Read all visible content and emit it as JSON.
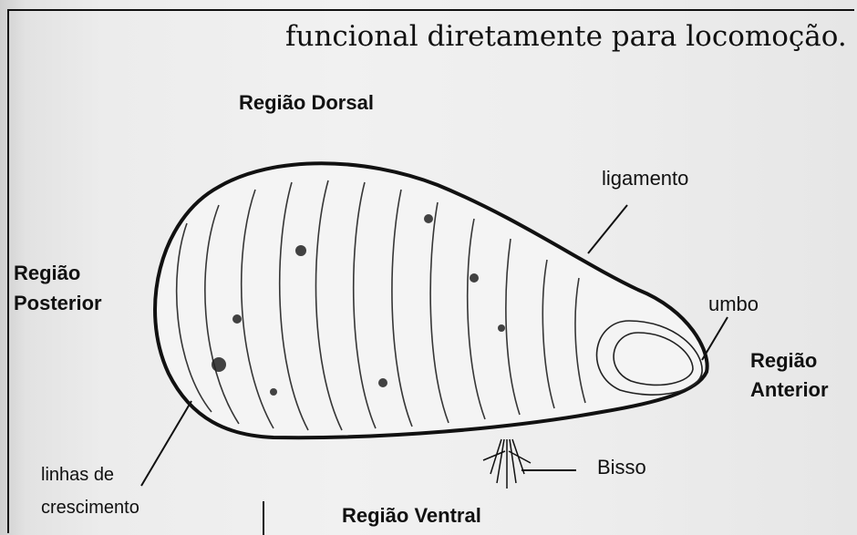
{
  "caption_text": "funcional diretamente para locomoção.",
  "labels": {
    "dorsal": "Região Dorsal",
    "posterior_line1": "Região",
    "posterior_line2": "Posterior",
    "ligamento": "ligamento",
    "umbo": "umbo",
    "anterior_line1": "Região",
    "anterior_line2": "Anterior",
    "bisso": "Bisso",
    "linhas_line1": "linhas de",
    "linhas_line2": "crescimento",
    "ventral": "Região Ventral"
  },
  "icons": {
    "shell": "mussel-shell-illustration",
    "byssus": "byssus-threads"
  },
  "colors": {
    "ink": "#111111",
    "paper": "#ececec"
  }
}
